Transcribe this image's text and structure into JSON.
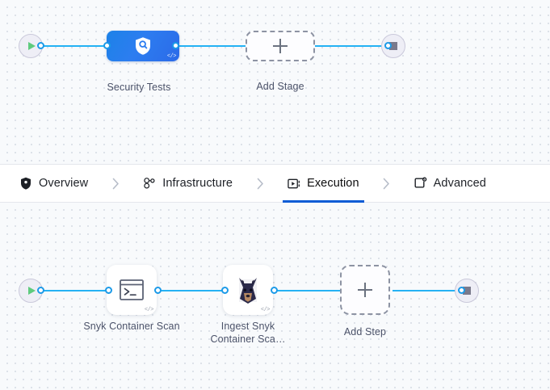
{
  "app": {
    "canvas_bg": "#f8fafc",
    "edge_color": "#25b2f4",
    "accent_color": "#0b5cd5"
  },
  "stages_canvas": {
    "start_node": {
      "name": "pipeline-start",
      "icon": "play-icon"
    },
    "end_node": {
      "name": "pipeline-end",
      "icon": "stop-icon"
    },
    "stages": [
      {
        "label": "Security Tests",
        "icon": "shield-search-icon",
        "badge": "</>",
        "color": "#2b7cf0"
      }
    ],
    "add_stage": {
      "label": "Add Stage",
      "icon": "plus-icon"
    }
  },
  "tabs": {
    "items": [
      {
        "label": "Overview",
        "icon": "shield-pin-icon",
        "active": false
      },
      {
        "label": "Infrastructure",
        "icon": "nodes-cluster-icon",
        "active": false
      },
      {
        "label": "Execution",
        "icon": "play-box-icon",
        "active": true
      },
      {
        "label": "Advanced",
        "icon": "card-gear-icon",
        "active": false
      }
    ],
    "separator": "›"
  },
  "execution_canvas": {
    "start_node": {
      "name": "execution-start",
      "icon": "play-icon"
    },
    "end_node": {
      "name": "execution-end",
      "icon": "stop-icon"
    },
    "steps": [
      {
        "label": "Snyk Container Scan",
        "icon": "terminal-icon",
        "badge": "</>"
      },
      {
        "label": "Ingest Snyk Container Sca…",
        "icon": "snyk-dog-icon",
        "badge": "</>"
      }
    ],
    "add_step": {
      "label": "Add Step",
      "icon": "plus-icon"
    }
  }
}
